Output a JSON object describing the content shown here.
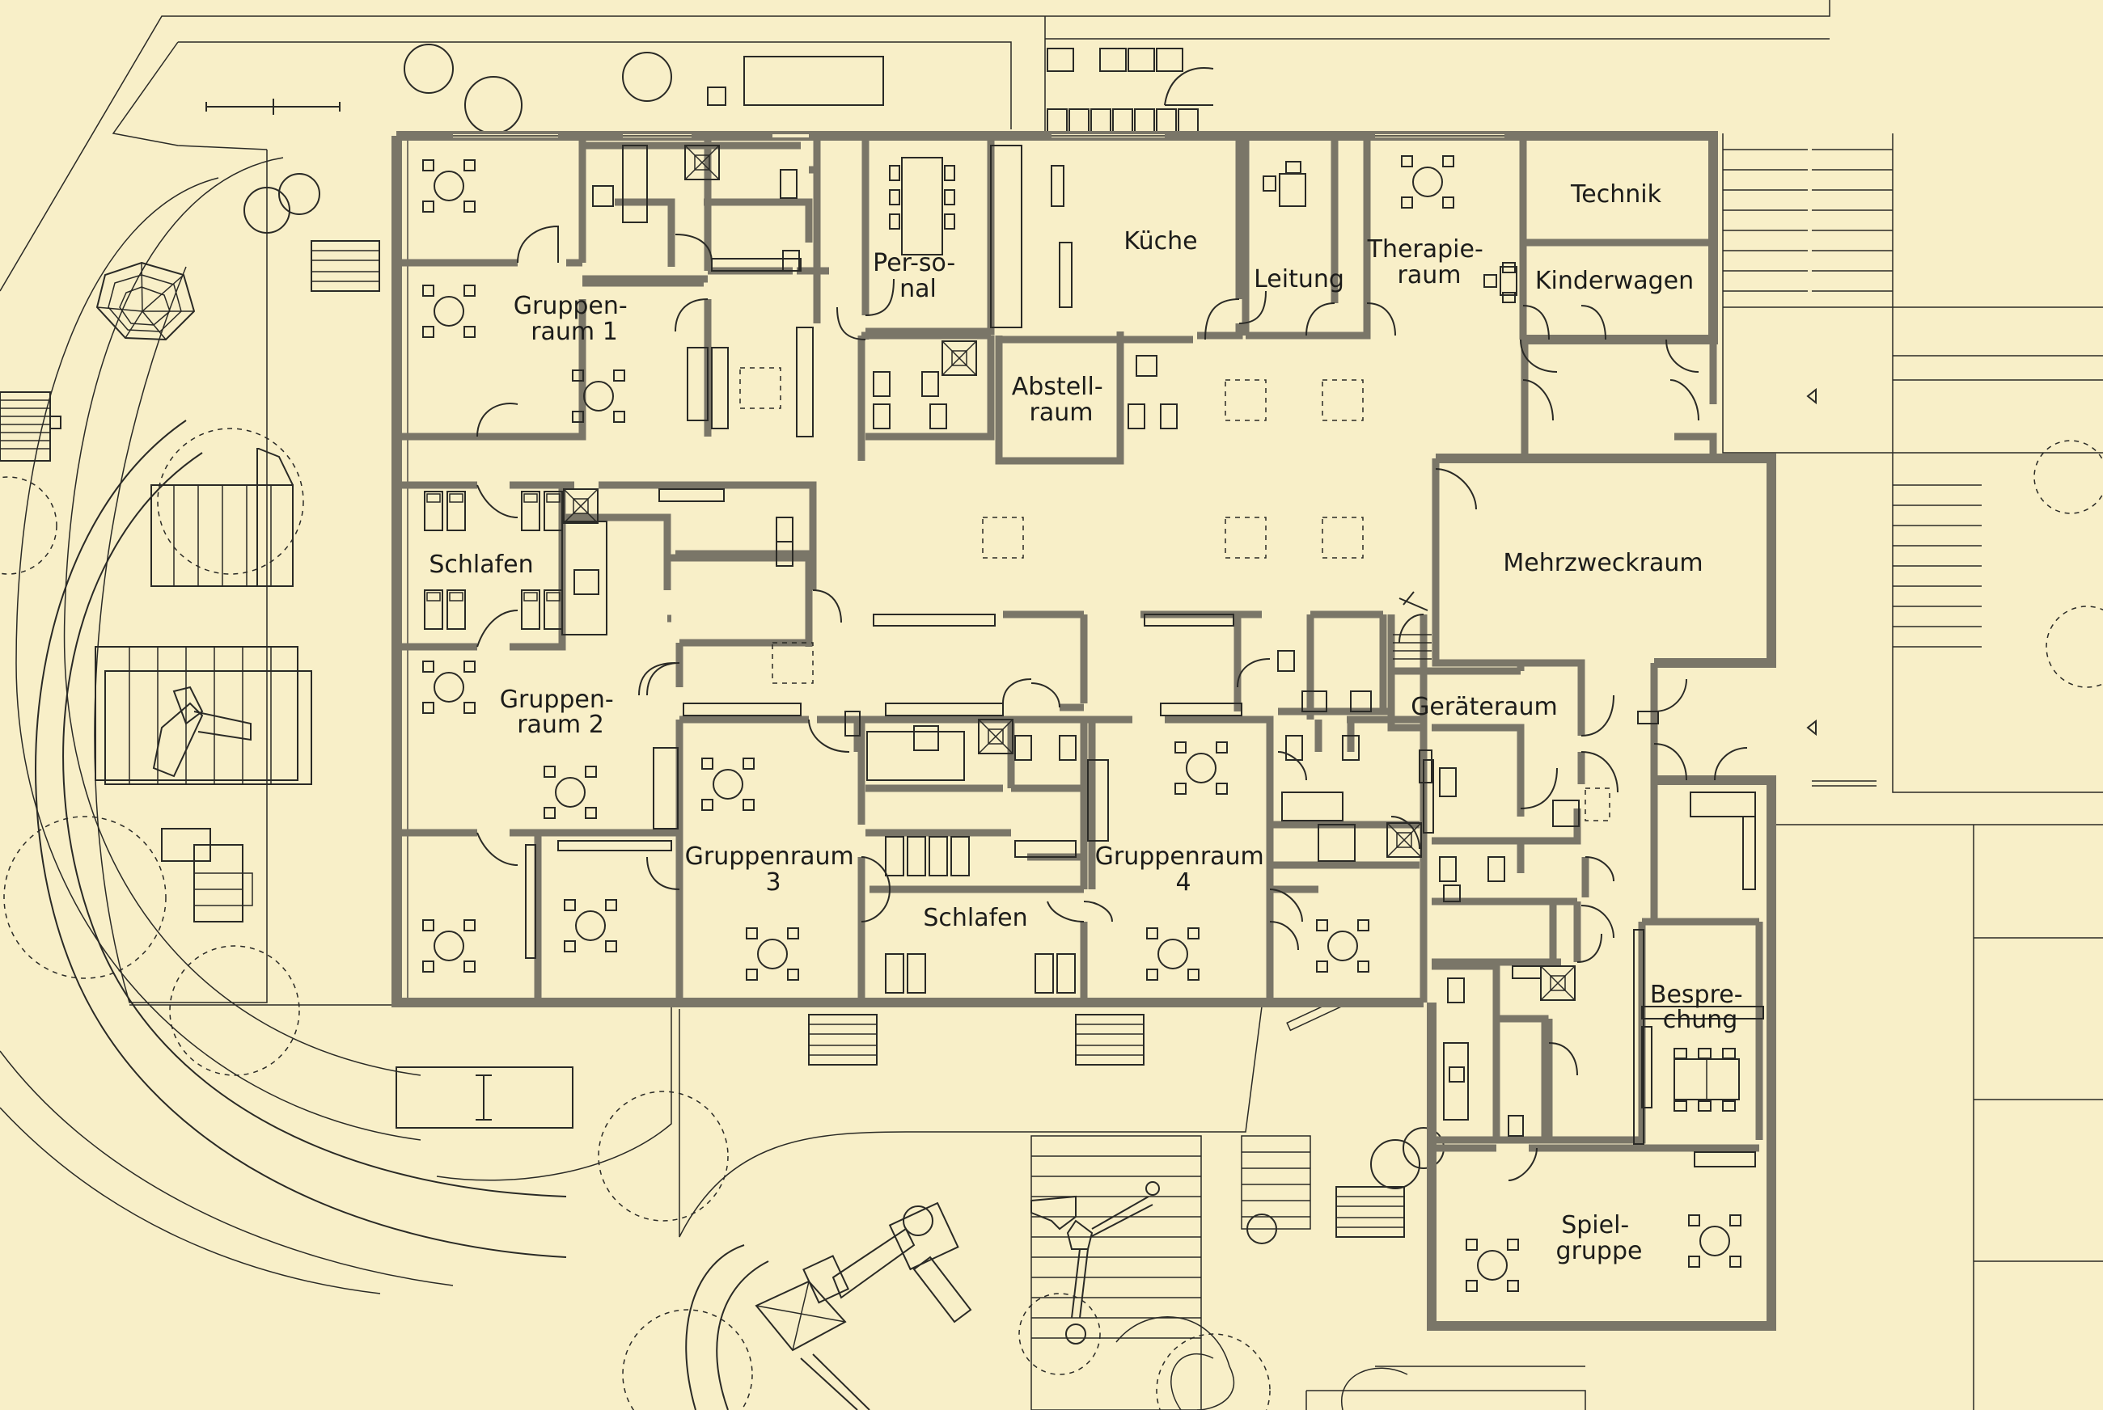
{
  "rooms": {
    "gruppenraum1": [
      "Gruppen-",
      "raum 1"
    ],
    "personal": [
      "Per-so-",
      "nal"
    ],
    "kueche": [
      "Küche"
    ],
    "leitung": [
      "Leitung"
    ],
    "therapieraum": [
      "Therapie-",
      "raum"
    ],
    "technik": [
      "Technik"
    ],
    "kinderwagen": [
      "Kinderwagen"
    ],
    "abstellraum": [
      "Abstell-",
      "raum"
    ],
    "schlafen1": [
      "Schlafen"
    ],
    "mehrzweckraum": [
      "Mehrzweckraum"
    ],
    "gruppenraum2": [
      "Gruppen-",
      "raum 2"
    ],
    "geraeteraum": [
      "Geräteraum"
    ],
    "gruppenraum3": [
      "Gruppenraum",
      "3"
    ],
    "gruppenraum4": [
      "Gruppenraum",
      "4"
    ],
    "schlafen2": [
      "Schlafen"
    ],
    "besprechung": [
      "Bespre-",
      "chung"
    ],
    "spielgruppe": [
      "Spiel-",
      "gruppe"
    ]
  },
  "colors": {
    "background": "#f8efc8",
    "wall": "#7a7668",
    "line": "#2a2a26"
  }
}
